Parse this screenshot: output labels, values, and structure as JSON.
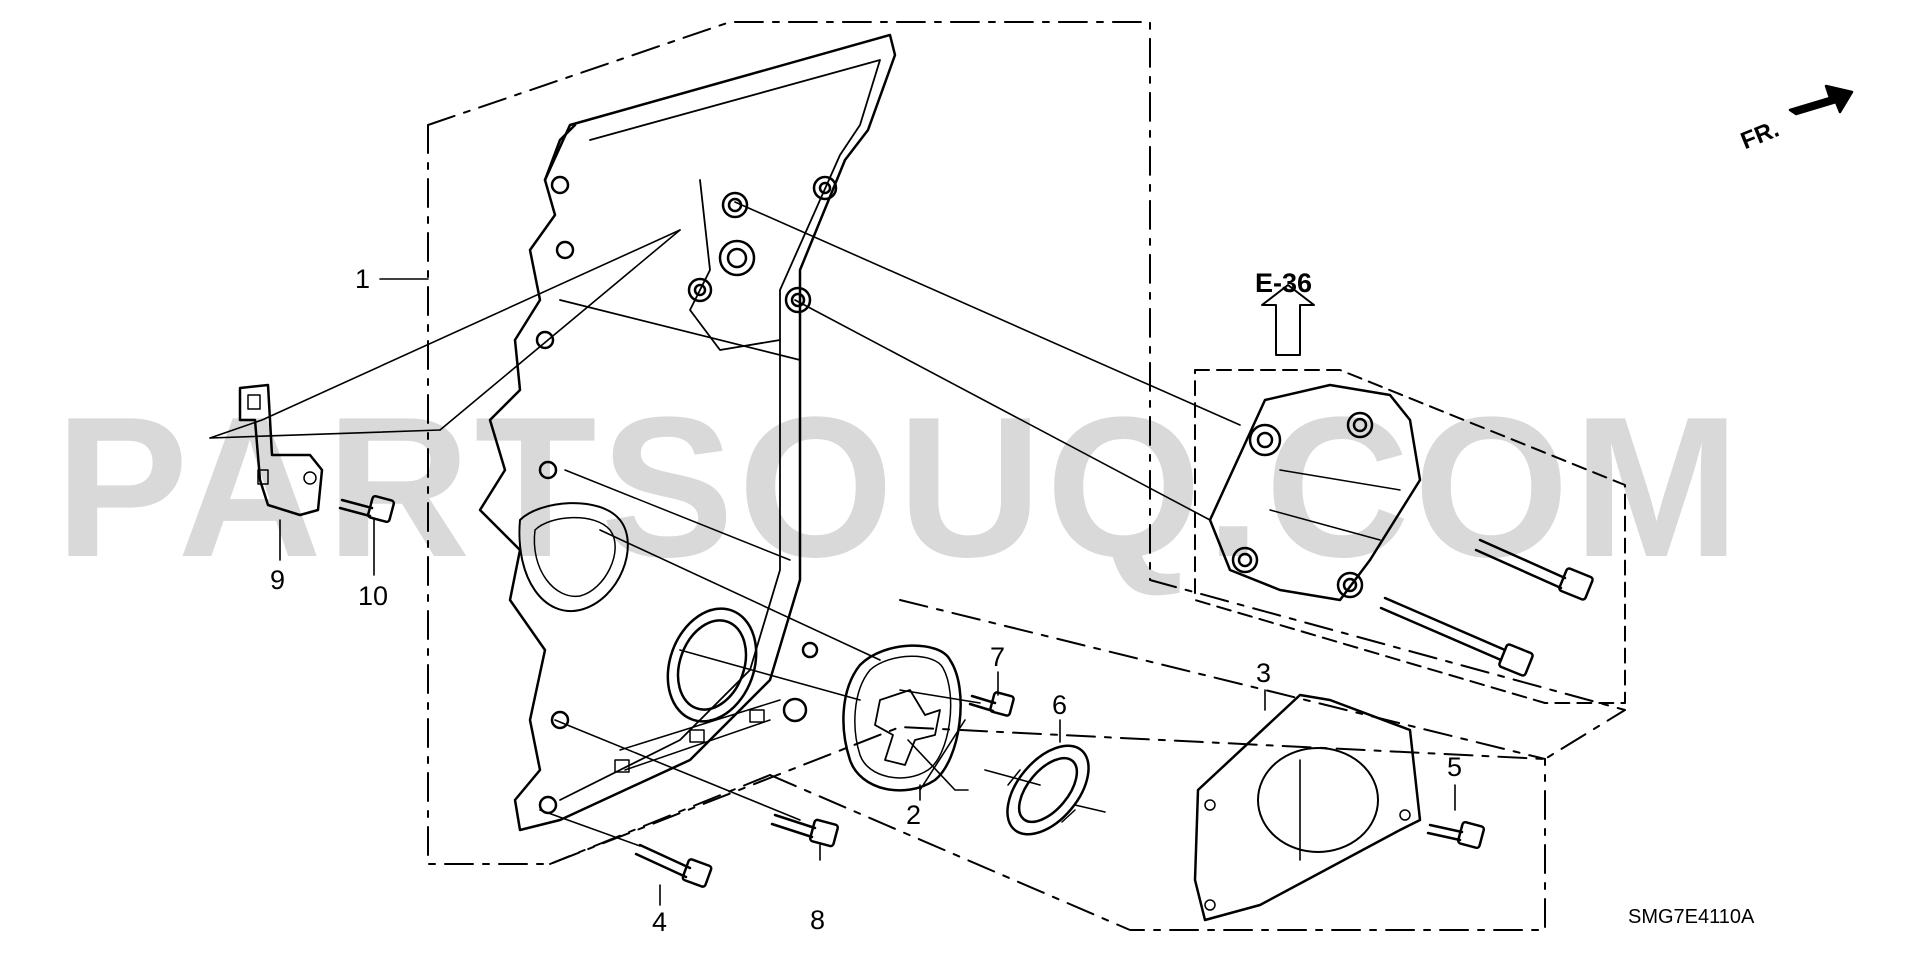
{
  "watermark": "PARTSOUQ.COM",
  "direction_indicator": "FR.",
  "reference": "E-36",
  "diagram_code": "SMG7E4110A",
  "callouts": [
    {
      "id": "1",
      "part": "chain-case"
    },
    {
      "id": "2",
      "part": "cover-assembly"
    },
    {
      "id": "3",
      "part": "cover-plate"
    },
    {
      "id": "4",
      "part": "bolt"
    },
    {
      "id": "5",
      "part": "bolt"
    },
    {
      "id": "6",
      "part": "oil-seal"
    },
    {
      "id": "7",
      "part": "bolt"
    },
    {
      "id": "8",
      "part": "bolt"
    },
    {
      "id": "9",
      "part": "bracket"
    },
    {
      "id": "10",
      "part": "bolt"
    }
  ]
}
